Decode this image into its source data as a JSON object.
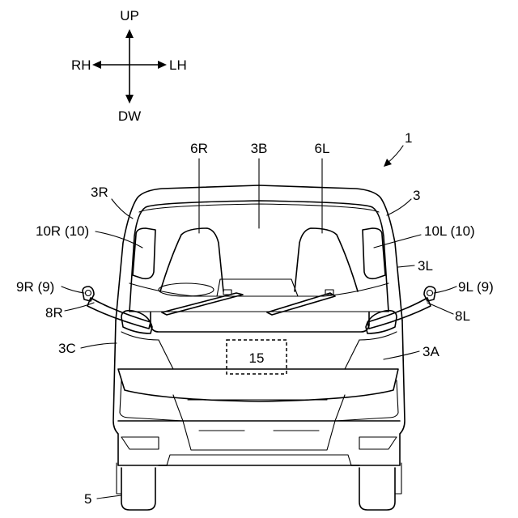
{
  "labels": {
    "up": "UP",
    "dw": "DW",
    "rh": "RH",
    "lh": "LH",
    "vehicle": "1",
    "cabin": "3",
    "cabin_right": "3R",
    "cabin_left": "3L",
    "windshield": "3B",
    "body_front": "3A",
    "body_corner": "3C",
    "pillar_right": "6R",
    "pillar_left": "6L",
    "window_right": "10R (10)",
    "window_left": "10L (10)",
    "mirror_right": "9R (9)",
    "mirror_left": "9L (9)",
    "stay_right": "8R",
    "stay_left": "8L",
    "plate": "15",
    "tire": "5"
  }
}
